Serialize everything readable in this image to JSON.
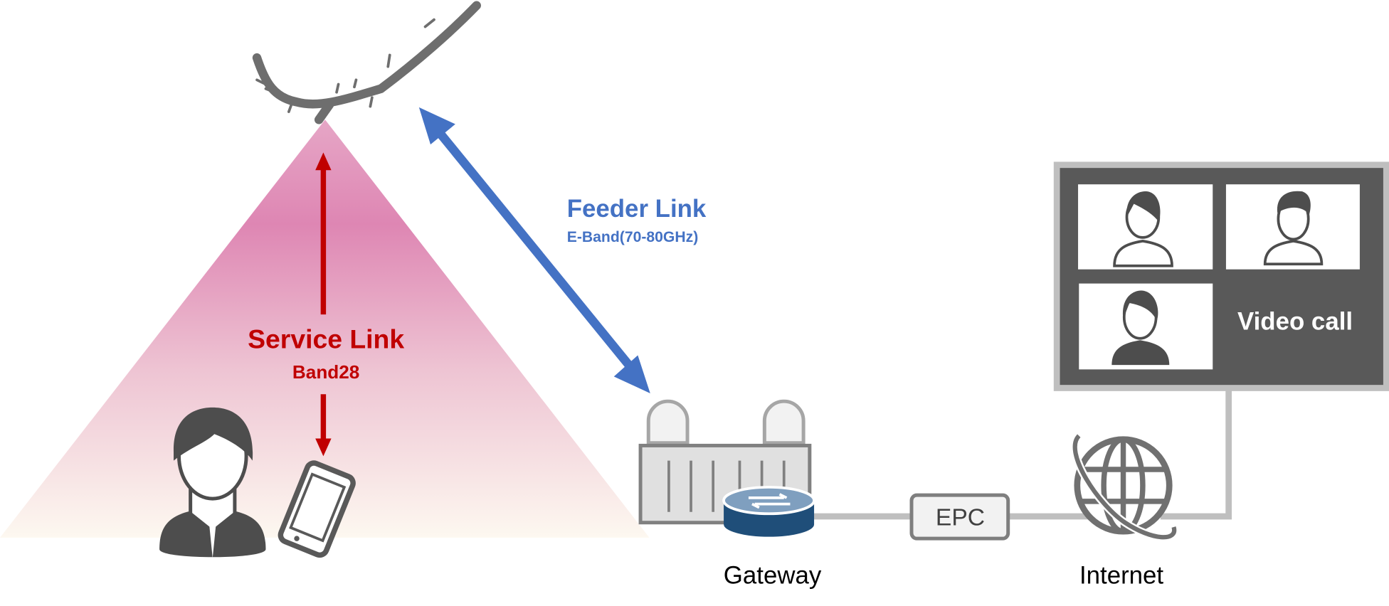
{
  "service_link": {
    "title": "Service Link",
    "band": "Band28",
    "color": "#c00000"
  },
  "feeder_link": {
    "title": "Feeder Link",
    "band": "E-Band(70-80GHz)",
    "color": "#4472c4"
  },
  "nodes": {
    "gateway": "Gateway",
    "epc": "EPC",
    "internet": "Internet",
    "video_call": "Video call"
  },
  "icons": [
    "haps-aircraft-icon",
    "user-icon",
    "smartphone-icon",
    "gateway-antenna-icon",
    "router-icon",
    "globe-icon",
    "monitor-icon"
  ],
  "colors": {
    "beam_top": "#de86b3",
    "beam_bottom": "#fdf8f0",
    "icon_gray": "#595959",
    "router_blue": "#1f4e79",
    "line_gray": "#bfbfbf"
  }
}
